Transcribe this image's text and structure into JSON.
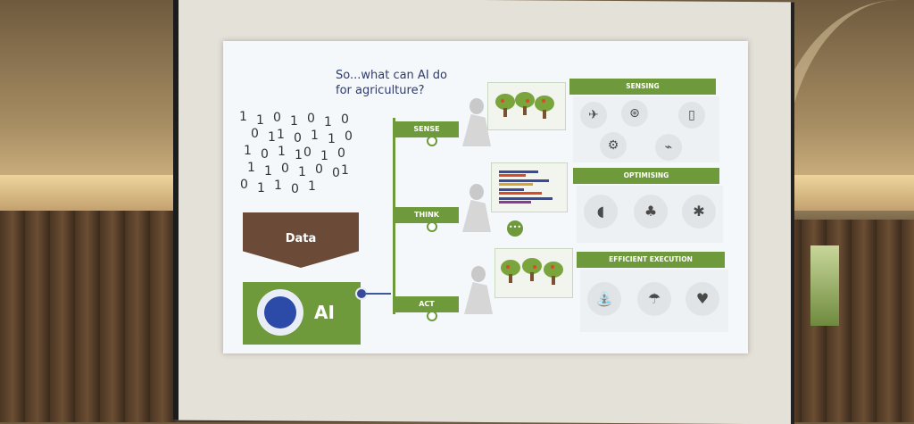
{
  "slide": {
    "title": "So...what can AI do for agriculture?",
    "data_label": "Data",
    "ai_label": "AI",
    "binary_digits": [
      "1",
      "1",
      "0",
      "1",
      "0",
      "1",
      "0",
      "0",
      "1",
      "1",
      "0",
      "1",
      "1",
      "0",
      "1",
      "0",
      "1",
      "1",
      "0",
      "1",
      "0",
      "1",
      "1",
      "0",
      "1",
      "0",
      "0",
      "1",
      "0",
      "1",
      "1",
      "0",
      "1"
    ],
    "stages": [
      {
        "label": "SENSE"
      },
      {
        "label": "THINK"
      },
      {
        "label": "ACT"
      }
    ],
    "chat_glyph": "•••",
    "sections": [
      {
        "title": "SENSING",
        "icons": [
          "drone-icon",
          "satellite-icon",
          "smartphone-icon",
          "robot-icon",
          "sensor-icon"
        ]
      },
      {
        "title": "OPTIMISING",
        "icons": [
          "sprinkler-icon",
          "plant-icon",
          "pest-icon"
        ]
      },
      {
        "title": "EFFICIENT EXECUTION",
        "icons": [
          "fertiliser-icon",
          "sprayer-icon",
          "harvest-icon"
        ]
      }
    ]
  }
}
